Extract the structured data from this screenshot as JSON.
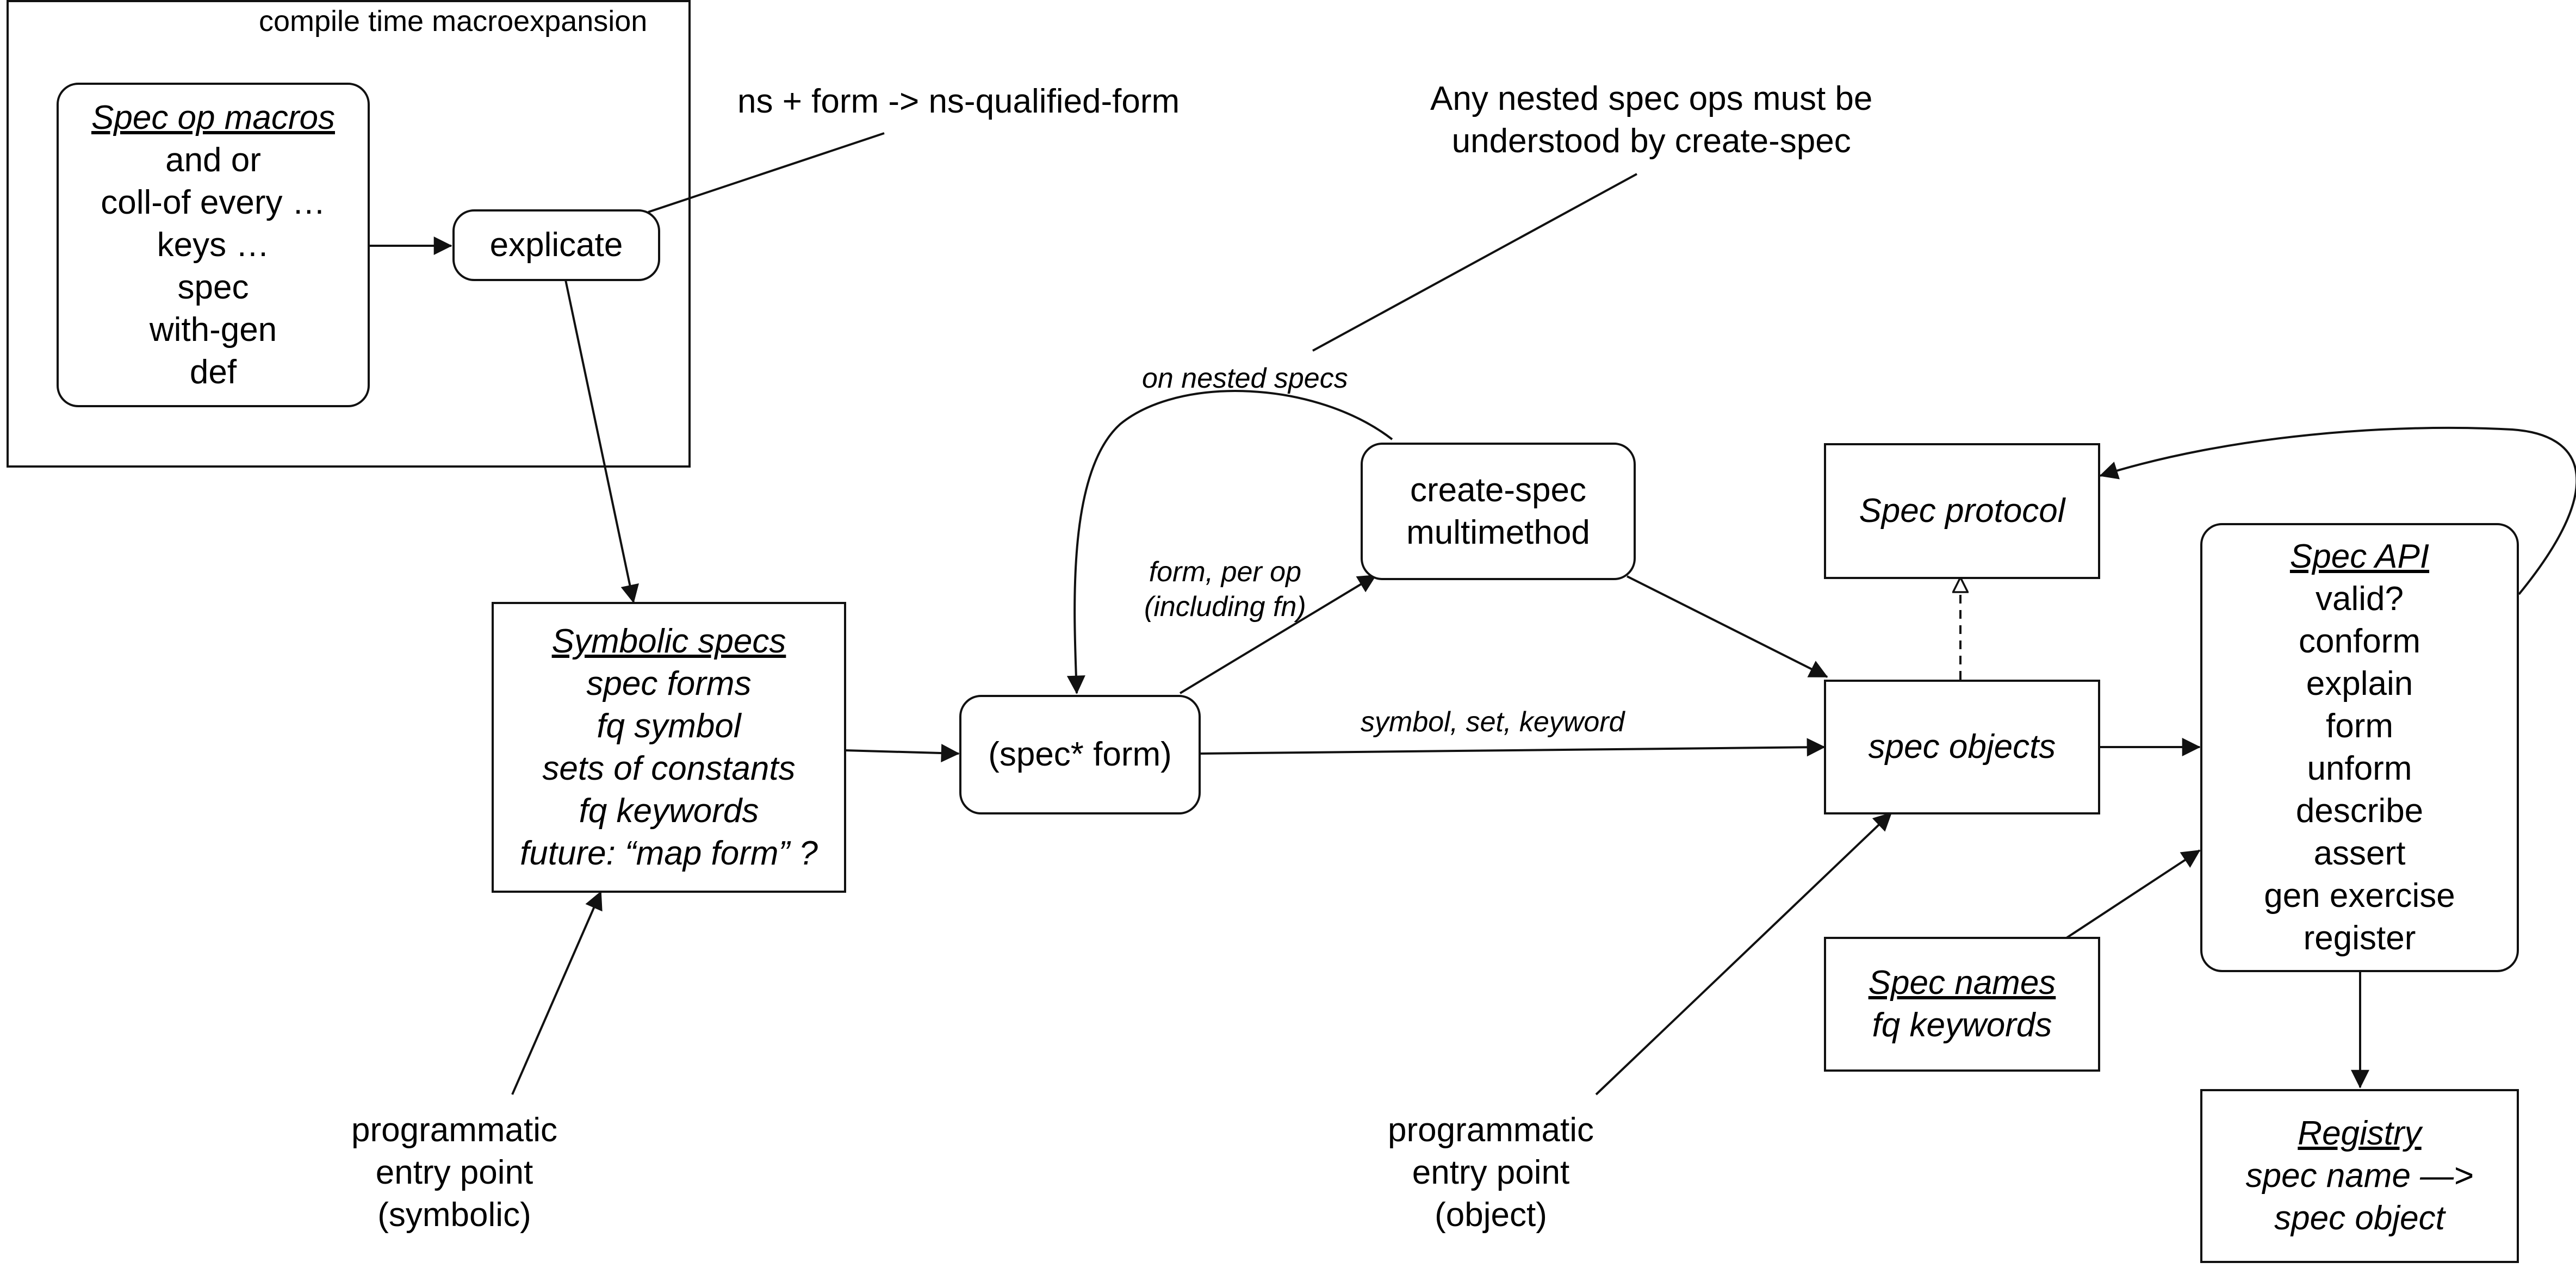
{
  "frame": {
    "title": "compile time macroexpansion"
  },
  "nodes": {
    "spec_op_macros": {
      "title": "Spec op macros",
      "lines": [
        "and or",
        "coll-of every …",
        "keys …",
        "spec",
        "with-gen",
        "def"
      ]
    },
    "explicate": {
      "label": "explicate"
    },
    "symbolic_specs": {
      "title": "Symbolic specs",
      "lines": [
        "spec forms",
        "fq symbol",
        "sets of constants",
        "fq keywords",
        "future: “map form” ?"
      ]
    },
    "spec_star_form": {
      "label": "(spec* form)"
    },
    "create_spec": {
      "lines": [
        "create-spec",
        "multimethod"
      ]
    },
    "spec_protocol": {
      "label": "Spec protocol"
    },
    "spec_objects": {
      "label": "spec objects"
    },
    "spec_api": {
      "title": "Spec API",
      "lines": [
        "valid?",
        "conform",
        "explain",
        "form",
        "unform",
        "describe",
        "assert",
        "gen exercise",
        "register"
      ]
    },
    "spec_names": {
      "title": "Spec names",
      "lines": [
        "fq keywords"
      ]
    },
    "registry": {
      "title": "Registry",
      "lines": [
        "spec name —>",
        "spec object"
      ]
    }
  },
  "annotations": {
    "ns_form": "ns + form -> ns-qualified-form",
    "nested_note": [
      "Any nested spec ops must be",
      "understood by create-spec"
    ],
    "entry_symbolic": [
      "programmatic",
      "entry point",
      "(symbolic)"
    ],
    "entry_object": [
      "programmatic",
      "entry point",
      "(object)"
    ]
  },
  "edge_labels": {
    "on_nested_specs": "on nested specs",
    "form_per_op": [
      "form, per op",
      "(including fn)"
    ],
    "symbol_set_keyword": "symbol, set, keyword"
  }
}
